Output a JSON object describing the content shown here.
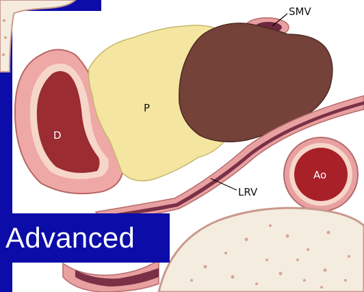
{
  "labels": {
    "smv": "SMV",
    "p": "P",
    "d": "D",
    "lrv": "LRV",
    "ao": "Ao"
  },
  "banner": {
    "text": "Advanced"
  },
  "colors": {
    "slide_blue": "#0c0ca8",
    "pancreas": "#f4e6a1",
    "liver_brown": "#744239",
    "duodenum_lumen": "#9a2c32",
    "vessel_wall": "#e8a0a0",
    "aorta_lumen": "#a82028",
    "bone": "#f4ecdf"
  }
}
